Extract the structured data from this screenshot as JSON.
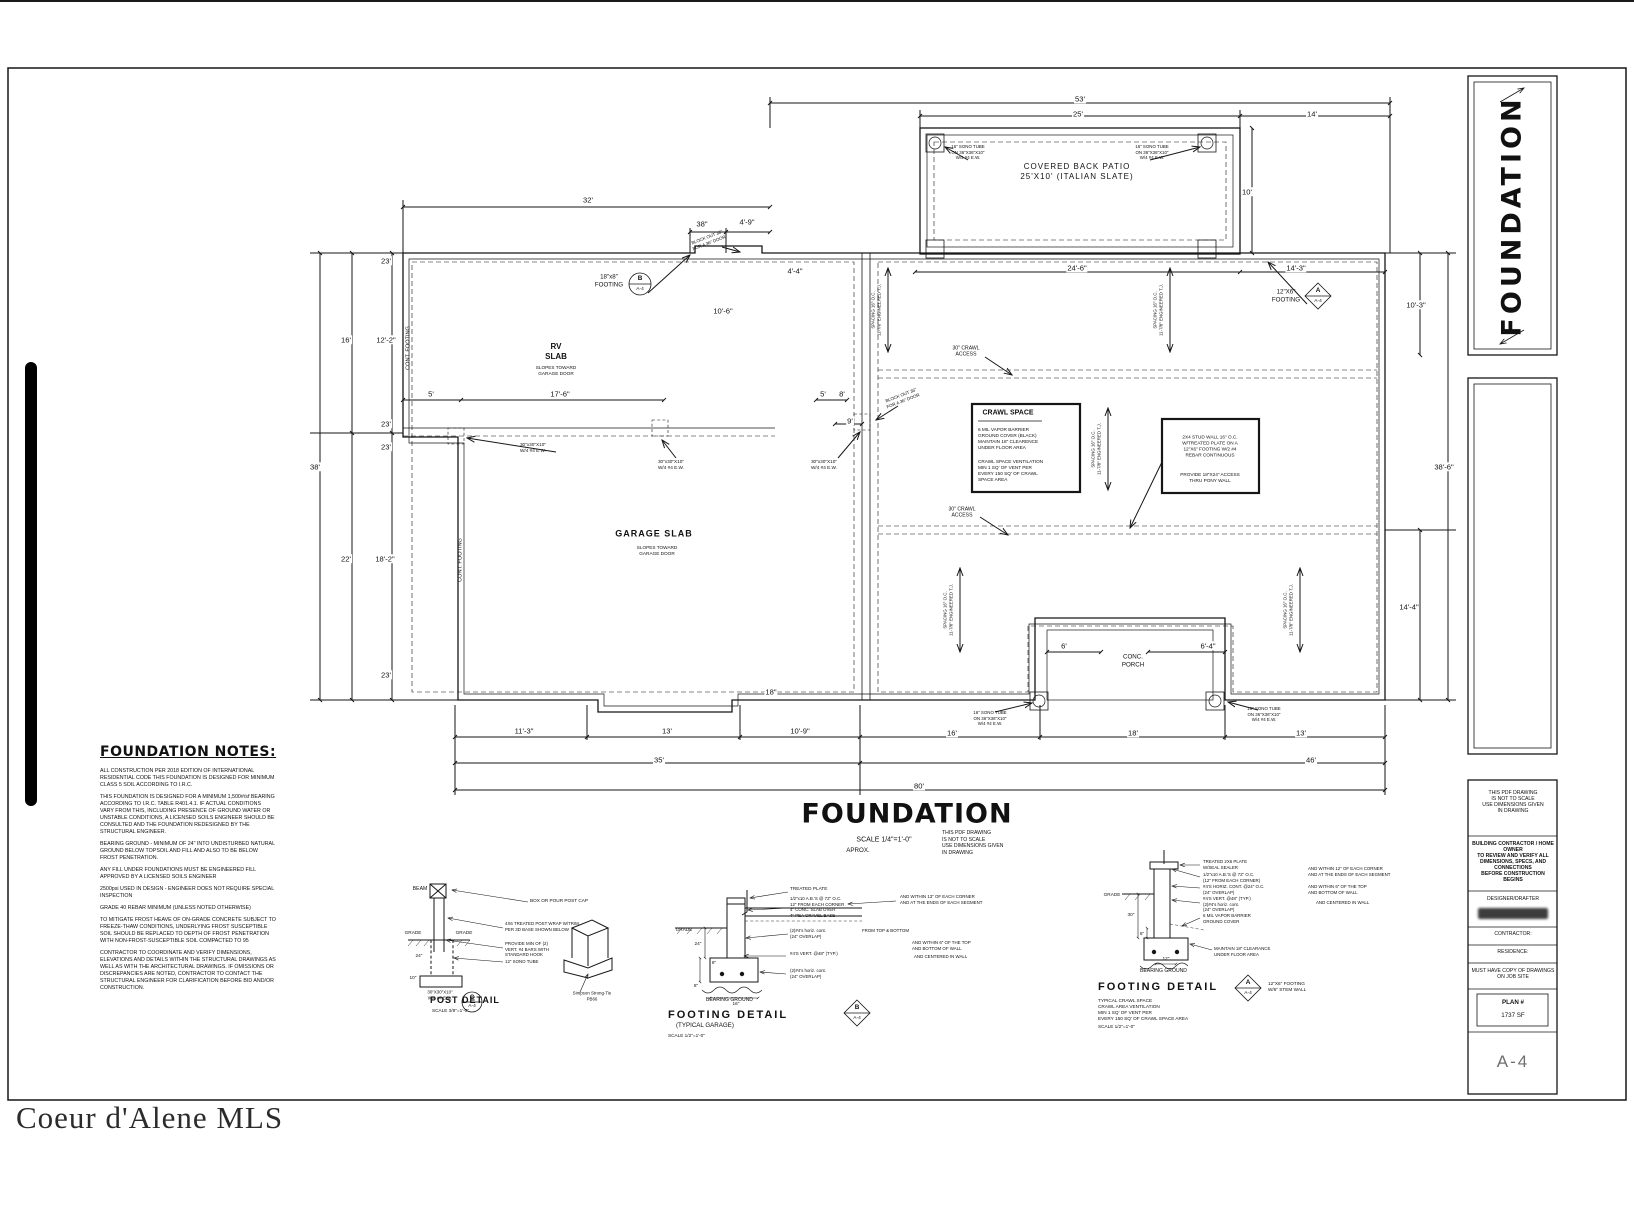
{
  "page": {
    "watermark": "Coeur d'Alene MLS"
  },
  "titleblock": {
    "title": "FOUNDATION",
    "pdf_note": "THIS PDF DRAWING\nIS NOT TO SCALE\nUSE DIMENSIONS GIVEN\nIN DRAWING",
    "review_note": "BUILDING CONTRACTOR / HOME OWNER\nTO REVIEW AND VERIFY ALL\nDIMENSIONS, SPECS, AND CONNECTIONS\nBEFORE CONSTRUCTION BEGINS",
    "designer_label": "DESIGNER/DRAFTER",
    "contractor_label": "CONTRACTOR:",
    "residence_label": "RESIDENCE:",
    "copy_note": "MUST HAVE COPY OF DRAWINGS\nON JOB SITE",
    "plan_label": "PLAN  #",
    "plan_sf": "1737 SF",
    "sheet_number": "A-4"
  },
  "main_title": {
    "text": "FOUNDATION",
    "scale": "SCALE    1/4\"=1'-0\"",
    "approx": "APROX.",
    "pdf_note": "THIS PDF DRAWING\nIS NOT TO SCALE\nUSE DIMENSIONS GIVEN\nIN DRAWING"
  },
  "notes": {
    "heading": "FOUNDATION NOTES:",
    "paragraphs": [
      "ALL CONSTRUCTION PER 2018 EDITION OF INTERNATIONAL RESIDENTIAL CODE THIS FOUNDATION IS DESIGNED FOR MINIMUM CLASS 5 SOIL ACCORDING TO I.R.C.",
      "THIS FOUNDATION IS DESIGNED FOR A MINIMUM 1,500#/sf BEARING ACCORDING TO I.R.C. TABLE R401.4.1. IF ACTUAL CONDITIONS VARY FROM THIS, INCLUDING PRESENCE OF GROUND WATER OR UNSTABLE CONDITIONS, A LICENSED SOILS ENGINEER SHOULD BE CONSULTED AND THE FOUNDATION REDESIGNED BY THE STRUCTURAL ENGINEER.",
      "BEARING GROUND - MINIMUM OF 24\" INTO UNDISTURBED NATURAL GROUND BELOW TOPSOIL AND FILL AND ALSO TO BE BELOW FROST PENETRATION.",
      "ANY FILL UNDER FOUNDATIONS MUST BE ENGINEERED FILL APPROVED BY A LICENSED SOILS ENGINEER",
      "2500psi USED IN DESIGN - ENGINEER DOES NOT REQUIRE SPECIAL INSPECTION",
      "GRADE 40 REBAR MINIMUM (UNLESS NOTED OTHERWISE)",
      "TO MITIGATE FROST HEAVE OF ON-GRADE CONCRETE SUBJECT TO FREEZE-THAW CONDITIONS, UNDERLYING FROST SUSCEPTIBLE SOIL SHOULD BE REPLACED TO DEPTH OF FROST PENETRATION WITH NON-FROST-SUSCEPTIBLE SOIL COMPACTED TO 95",
      "CONTRACTOR TO COORDINATE AND VERIFY DIMENSIONS, ELEVATIONS AND DETAILS WITHIN THE STRUCTURAL DRAWINGS AS WELL AS WITH THE ARCHITECTURAL DRAWINGS. IF OMISSIONS OR DISCREPANCIES ARE NOTED, CONTRACTOR TO CONTACT THE STRUCTURAL ENGINEER FOR CLARIFICATION BEFORE BID AND/OR CONSTRUCTION."
    ]
  },
  "plan": {
    "patio_label": "COVERED  BACK  PATIO\n25'X10'   (ITALIAN  SLATE)",
    "rv_slab": "RV\nSLAB",
    "rv_slab_sub": "SLOPES TOWARD\nGARAGE DOOR",
    "garage_slab": "GARAGE  SLAB",
    "garage_slab_sub": "SLOPES TOWARD\nGARAGE DOOR",
    "conc_porch": "CONC.\nPORCH",
    "crawl_space_title": "CRAWL  SPACE",
    "crawl_space_note1": "6  MIL  VAPOR  BARRIER\nGROUND  COVER  (BLACK)\nMAINTAIN 18\" CLEARENCE\nUNDER FLOOR AREA",
    "crawl_space_note2": "CRAWL SPACE VENTILATION\nMIN 1 SQ' OF VENT PER\nEVERY 150 SQ' OF CRAWL\nSPACE AREA",
    "pony_wall_note": "2X4 STUD WALL 16\" O.C.\nW/TREATED PLATE ON A\n12\"X6\" FOOTING W/2 #4\nREBAR CONTINUOUS",
    "pony_wall_note2": "PROVIDE 18\"X24\" ACCESS\nTHRU PONY WALL",
    "footing_b": "18\"x8\"\nFOOTING",
    "footing_a": "12\"X6\"\nFOOTING",
    "crawl_access": "30\" CRAWL\nACCESS",
    "pad_note": "30\"x30\"X10\"\nW/4 #4 E.W.",
    "sono_note": "16\" SONO TUBE\nON 36\"X36\"X10\"\nW/4 #4 E.W.",
    "block_out": "BLOCK OUT 36\"\nFOR A 36\" DOOR",
    "spacing_note": "SPACING 16\" O.C.\n11-7/8\" ENGINEERED T.J.",
    "cont_footing": "CONT.   FOOTING",
    "markers": {
      "a": "A",
      "b": "B",
      "c": "C",
      "ref": "A-4"
    },
    "dims": [
      "53'",
      "25'",
      "14'",
      "10'",
      "32'",
      "38\"",
      "4'-9\"",
      "23'",
      "16'",
      "12'-2\"",
      "38'",
      "23'",
      "23'",
      "22'",
      "18'-2\"",
      "23'",
      "11'-3\"",
      "13'",
      "10'-9\"",
      "35'",
      "80'",
      "16'",
      "18'",
      "13'",
      "46'",
      "24'-6\"",
      "14'-3\"",
      "10'-3\"",
      "38'-6\"",
      "14'-4\"",
      "4'-4\"",
      "10'-6\"",
      "5'",
      "17'-6\"",
      "5'",
      "8'",
      "9'",
      "18\"",
      "6'",
      "6'-4\""
    ]
  },
  "details": {
    "post": {
      "beam": "BEAM",
      "box_cap": "BOX OR POUR POST CAP",
      "grade": "GRADE",
      "d24": "24\"",
      "d10": "10\"",
      "pad": "30\"X30\"X10\"\nW/4 #4 E.W.",
      "wrap_note": "4X6 TREATED POST WRAP W/TRIM\nPER 3D BASE SHOWN BELOW",
      "bolt_note": "PROVIDE MIN OF (2)\nVERT. #4 BARS WITH\nSTANDARD HOOK",
      "sono": "12\" SONO TUBE",
      "simpson": "Simpson Strong-Tie\nPB66",
      "title": "POST DETAIL",
      "scale": "SCALE  3/8\"=1'-0\""
    },
    "garage": {
      "treated_plate": "TREATED PLATE",
      "ab_note": "1/2\"x10 A.B.'S @ 72\" O.C.\n12\" FROM EACH CORNER\n4\" CONC. SLAB OVER\n4\" PEA GRAVEL BASE",
      "corner_note": "AND WITHIN 13\" OF EACH CORNER\nAND AT THE ENDS OF EACH SEGMENT",
      "grade": "GRADE",
      "d24": "24\"",
      "horiz1": "(2)#4's horiz. cont.\n(24\" OVERLAP)",
      "top_bottom": "FROM TOP & BOTTOM",
      "within6": "AND WITHIN 6\" OF THE TOP\nAND BOTTOM OF WALL",
      "vert": "#4'S VERT. @48\" (TYP.)",
      "centered": "AND  CENTERED IN WALL",
      "d8a": "8\"",
      "horiz2": "(2)#4's horiz. cont.\n(24\" OVERLAP)",
      "d8b": "8\"",
      "d16": "16\"",
      "bearing": "BEARING GROUND",
      "title": "FOOTING  DETAIL",
      "subtitle": "(TYPICAL GARAGE)",
      "scale": "SCALE  1/2\"=1'-0\""
    },
    "crawl": {
      "plate": "TREATED 2X6 PLATE\nW/SEAL SEALER",
      "ab": "1/2\"x10 A.B.'S @ 72\" O.C.\n(12\" FROM EACH CORNER)",
      "corner_note": "AND WITHIN 12\" OF EACH CORNER\nAND AT THE ENDS OF EACH SEGMENT",
      "horiz": "#4'S HORIZ. CONT. @24\" O.C.\n(24\" OVERLAP)",
      "within6": "AND WITHIN 6\" OF THE TOP\nAND BOTTOM OF WALL",
      "grade": "GRADE",
      "vert": "#4'S VERT. @48\" (TYP.)\n(2)#4's horiz. cont.\n(24\" OVERLAP)",
      "centered": "AND  CENTERED IN WALL",
      "d30": "30\"",
      "vapor": "6  MIL VAPOR BARRIER\nGROUND COVER",
      "d6": "6\"",
      "clearance": "MAINTAIN 18\" CLEARANCE\nUNDER FLOOR AREA",
      "d12": "12\"",
      "bearing": "BEARING  GROUND",
      "title": "FOOTING  DETAIL",
      "stem": "12\"X6\" FOOTING\nW/6\" STEM WALL",
      "notes": "TYPICAL CRAWL SPACE\nCRAWL AREA VENTILATION\nMIN 1 SQ' OF VENT PER\nEVERY 150 SQ' OF CRAWL SPACE AREA",
      "scale": "SCALE  1/2\"=1'-0\""
    }
  }
}
